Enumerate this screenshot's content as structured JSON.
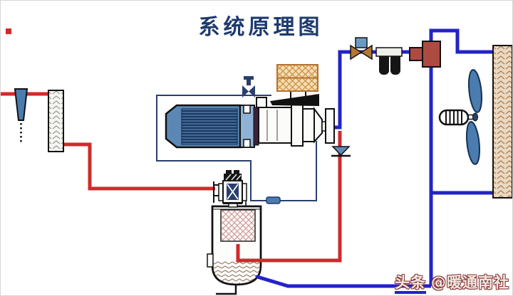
{
  "title": "系统原理图",
  "watermark": {
    "brand": "头条",
    "handle": "@暖通南社"
  },
  "colors": {
    "title_navy": "#1e3a6e",
    "pipe_hot_red": "#cf2b2b",
    "pipe_cold_blue": "#2323c8",
    "control_navy": "#2a3f6f",
    "motor_blue": "#5b87b5",
    "steel_blue": "#4a7cb0",
    "brick_red": "#ad4a42",
    "valve_brown": "#b5772f",
    "filter_tan": "#f2ddb5",
    "condenser_beige": "#ead9c3",
    "watermark_maroon": "#8b3535"
  },
  "components": [
    "spray-nozzle",
    "cooling-pad-column",
    "drive-motor",
    "compressor",
    "intake-air-filter",
    "intake-wedge",
    "suction-line-valve",
    "discharge-check-valve",
    "solenoid-valve",
    "filter-drier",
    "pressure-controller",
    "condenser-coil",
    "cooling-fan",
    "oil-separator-tank",
    "tank-filter-element",
    "expansion-valve",
    "capillary-sensor"
  ]
}
